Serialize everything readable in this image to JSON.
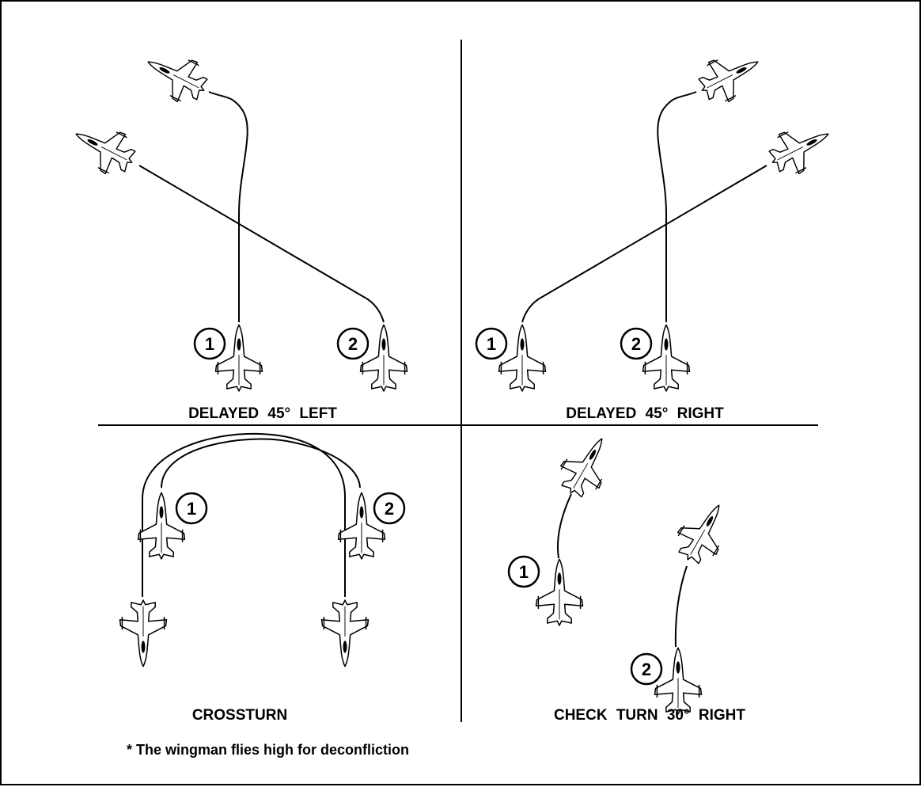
{
  "panels": {
    "top_left": {
      "title": "DELAYED 45° LEFT",
      "lead": "1",
      "wing": "2"
    },
    "top_right": {
      "title": "DELAYED 45° RIGHT",
      "lead": "1",
      "wing": "2"
    },
    "bottom_left": {
      "title": "CROSSTURN",
      "lead": "1",
      "wing": "2"
    },
    "bottom_right": {
      "title": "CHECK TURN 30° RIGHT",
      "lead": "1",
      "wing": "2"
    }
  },
  "footnote": "* The wingman flies high for deconfliction",
  "icons": {
    "aircraft": "fighter-jet-icon",
    "marker": "circled-number-badge"
  },
  "colors": {
    "ink": "#000000",
    "background": "#ffffff"
  }
}
